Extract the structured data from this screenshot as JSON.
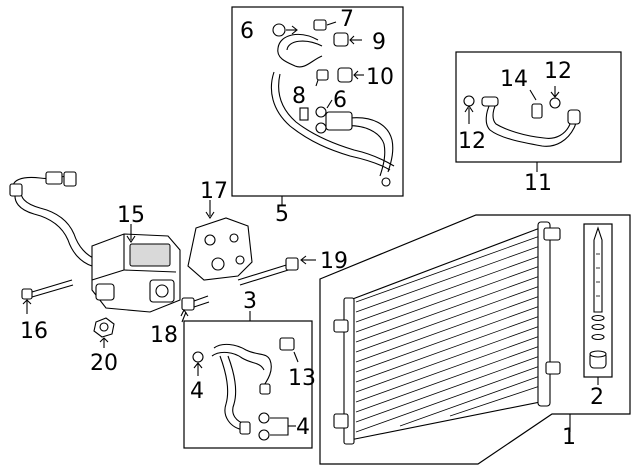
{
  "callouts": {
    "n1": "1",
    "n2": "2",
    "n3": "3",
    "n4a": "4",
    "n4b": "4",
    "n5": "5",
    "n6a": "6",
    "n6b": "6",
    "n7": "7",
    "n8": "8",
    "n9": "9",
    "n10": "10",
    "n11": "11",
    "n12a": "12",
    "n12b": "12",
    "n13": "13",
    "n14": "14",
    "n15": "15",
    "n16": "16",
    "n17": "17",
    "n18": "18",
    "n19": "19",
    "n20": "20"
  },
  "colors": {
    "line": "#000000",
    "background": "#ffffff",
    "shade": "#d9d9d9"
  }
}
